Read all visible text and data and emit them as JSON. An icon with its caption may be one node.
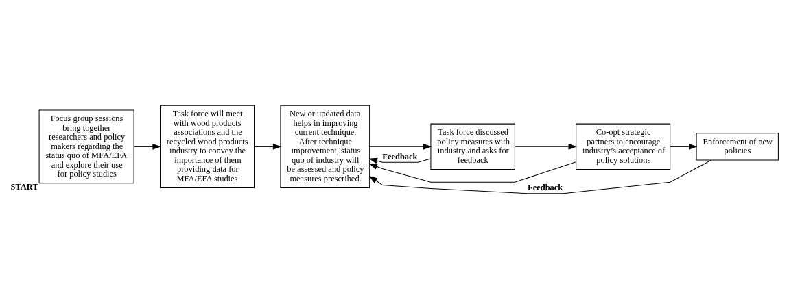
{
  "diagram": {
    "nodes": [
      {
        "text": [
          "Focus group sessions bring together researchers and policy makers regarding the status quo of MFA/EFA and explore their use for policy studies"
        ],
        "beside": [
          "START"
        ]
      },
      {
        "text": [
          "Task force will meet with wood products associations and the recycled wood products industry to convey the importance of them providing data for MFA/EFA studies"
        ]
      },
      {
        "text": [
          "New or updated data helps in improving current technique. After technique improvement, status quo of industry will be assessed and policy measures prescribed."
        ]
      },
      {
        "text": [
          "Task force discussed policy measures with industry and asks for feedback"
        ]
      },
      {
        "text": [
          "Co-opt strategic partners to encourage industry’s acceptance of policy solutions"
        ]
      },
      {
        "text": [
          "Enforcement of new policies"
        ]
      }
    ],
    "edges": [
      {
        "from": 0,
        "to": 1,
        "arrow": "to"
      },
      {
        "from": 1,
        "to": 2,
        "arrow": "to"
      },
      {
        "from": 2,
        "to": 3,
        "arrow": "to"
      },
      {
        "from": 3,
        "to": 2,
        "arrow": "to",
        "label": "Feedback"
      },
      {
        "from": 3,
        "to": 4,
        "arrow": "to"
      },
      {
        "from": 4,
        "to": 5,
        "arrow": "to"
      },
      {
        "from": 4,
        "to": 2,
        "arrow": "to"
      },
      {
        "from": 5,
        "to": 2,
        "arrow": "to",
        "label": "Feedback"
      }
    ]
  }
}
